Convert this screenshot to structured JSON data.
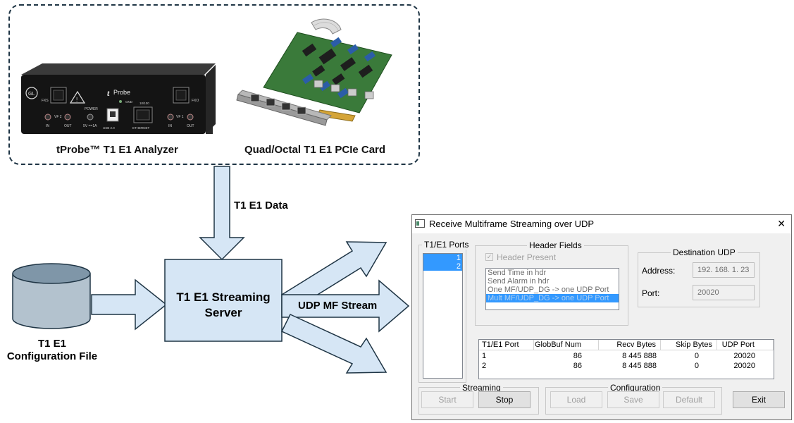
{
  "hardware": {
    "tprobe_label": "tProbe™ T1 E1 Analyzer",
    "pcie_label": "Quad/Octal T1 E1 PCIe Card",
    "tprobe_device": {
      "brand": "Probe",
      "brand_letter": "t",
      "logo": "GL",
      "fxs": "FXS",
      "fxo": "FXO",
      "vf2": "VF 2",
      "vf1": "VF 1",
      "in1": "IN",
      "out1": "OUT",
      "in2": "IN",
      "out2": "OUT",
      "power": "POWER",
      "power_rating": "5V ==1A",
      "usb": "USB 2.0",
      "ethernet": "ETHERNET",
      "speed": "10/100",
      "gnd": "GND"
    }
  },
  "diagram": {
    "input_label": "T1 E1 Data",
    "server_label_line1": "T1 E1 Streaming",
    "server_label_line2": "Server",
    "output_label": "UDP MF Stream",
    "config_label_line1": "T1 E1",
    "config_label_line2": "Configuration File"
  },
  "colors": {
    "arrow_fill": "#d6e6f5",
    "arrow_stroke": "#1f3545",
    "server_fill": "#d6e6f5",
    "cylinder_top": "#7f96a8",
    "cylinder_body": "#b3c2ce",
    "selection": "#3399ff"
  },
  "dialog": {
    "title": "Receive Multiframe Streaming over UDP",
    "close": "✕",
    "ports_group": "T1/E1 Ports",
    "ports": [
      "1",
      "2"
    ],
    "header_group": "Header Fields",
    "header_present": "Header Present",
    "header_items": [
      "Send Time in hdr",
      "Send Alarm in hdr",
      "One  MF/UDP_DG -> one UDP Port",
      "Mult MF/UDP_DG -> one UDP Port"
    ],
    "header_selected_index": 3,
    "dest_group": "Destination UDP",
    "address_label": "Address:",
    "address_value": "192. 168. 1. 23",
    "port_label": "Port:",
    "port_value": "20020",
    "table": {
      "headers": [
        "T1/E1 Port",
        "GlobBuf Num",
        "Recv Bytes",
        "Skip Bytes",
        "UDP Port"
      ],
      "rows": [
        [
          "1",
          "86",
          "8 445 888",
          "0",
          "20020"
        ],
        [
          "2",
          "86",
          "8 445 888",
          "0",
          "20020"
        ]
      ]
    },
    "streaming_group": "Streaming",
    "start": "Start",
    "stop": "Stop",
    "config_group": "Configuration",
    "load": "Load",
    "save": "Save",
    "default": "Default",
    "exit": "Exit"
  }
}
